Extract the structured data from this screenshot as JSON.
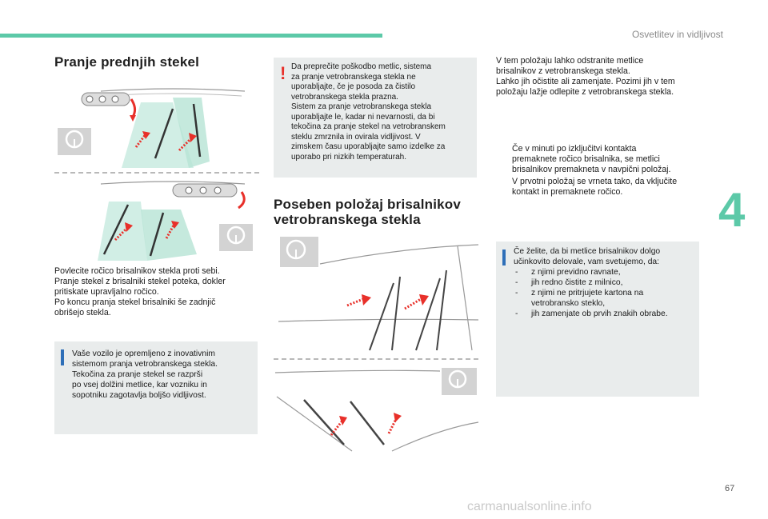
{
  "header": {
    "chapter_title": "Osvetlitev in vidljivost",
    "chapter_number": "4"
  },
  "footer": {
    "page_number": "67",
    "watermark": "carmanualsonline.info"
  },
  "section1": {
    "title": "Pranje prednjih stekel",
    "paragraph": [
      "Povlecite ročico brisalnikov stekla proti sebi.",
      "Pranje stekel z brisalniki stekel poteka, dokler",
      "pritiskate upravljalno ročico.",
      "Po koncu pranja stekel brisalniki še zadnjič",
      "obrišejo stekla."
    ],
    "info_box": [
      "Vaše vozilo je opremljeno z inovativnim",
      "sistemom pranja vetrobranskega stekla.",
      "Tekočina za pranje stekel se razprši",
      "po vsej dolžini metlice, kar vozniku in",
      "sopotniku zagotavlja boljšo vidljivost."
    ]
  },
  "warning_box": [
    "Da preprečite poškodbo metlic, sistema",
    "za pranje vetrobranskega stekla ne",
    "uporabljajte, če je posoda za čistilo",
    "vetrobranskega stekla prazna.",
    "Sistem za pranje vetrobranskega stekla",
    "uporabljajte le, kadar ni nevarnosti, da bi",
    "tekočina za pranje stekel na vetrobranskem",
    "steklu zmrznila in ovirala vidljivost. V",
    "zimskem času uporabljajte samo izdelke za",
    "uporabo pri nizkih temperaturah."
  ],
  "section2": {
    "title_line1": "Poseben položaj brisalnikov",
    "title_line2": "vetrobranskega stekla"
  },
  "right_col": {
    "intro": [
      "V tem položaju lahko odstranite metlice",
      "brisalnikov z vetrobranskega stekla.",
      "Lahko jih očistite ali zamenjate. Pozimi jih v tem",
      "položaju lažje odlepite z vetrobranskega stekla."
    ],
    "bullet_mark": "",
    "bullets": [
      [
        "Če v minuti po izključitvi kontakta",
        "premaknete ročico brisalnika, se metlici",
        "brisalnikov premakneta v navpični položaj."
      ],
      [
        "V prvotni položaj se vrneta tako, da vključite",
        "kontakt in premaknete ročico."
      ]
    ],
    "info_box": {
      "intro": [
        "Če želite, da bi metlice brisalnikov dolgo",
        "učinkovito delovale, vam svetujemo, da:"
      ],
      "dash_mark": "-",
      "items": [
        [
          "z njimi previdno ravnate,"
        ],
        [
          "jih redno čistite z milnico,"
        ],
        [
          "z njimi ne pritrjujete kartona na",
          "vetrobransko steklo,"
        ],
        [
          "jih zamenjate ob prvih znakih obrabe."
        ]
      ]
    }
  },
  "colors": {
    "accent": "#5cc9a8",
    "info": "#2e6fb8",
    "warning": "#e8302a",
    "arrow": "#e8302a",
    "box": "#e9ecec"
  },
  "icons": [
    "steering-wheel-icon",
    "wiper-stalk-icon",
    "wiper-blade-icon",
    "motion-arrow-icon"
  ]
}
